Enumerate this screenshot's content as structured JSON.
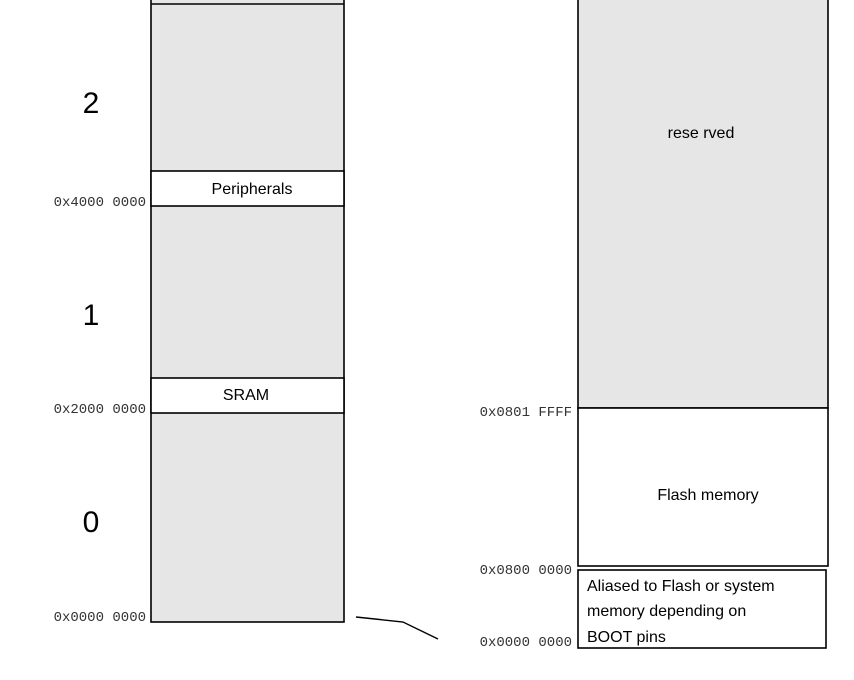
{
  "colors": {
    "reserved_fill": "#e6e6e6",
    "region_fill": "#ffffff",
    "line": "#000000",
    "address_text": "#333333"
  },
  "left_map": {
    "regions": [
      {
        "number": "2"
      },
      {
        "number": "1"
      },
      {
        "number": "0"
      }
    ],
    "blocks": {
      "peripherals": "Peripherals",
      "sram": "SRAM"
    },
    "addresses": {
      "peripherals": "0x4000 0000",
      "sram": "0x2000 0000",
      "base": "0x0000 0000"
    }
  },
  "right_map": {
    "blocks": {
      "reserved": "rese rved",
      "flash": "Flash memory",
      "aliased": [
        "Aliased to Flash or system",
        "memory depending on",
        "BOOT pins"
      ]
    },
    "addresses": {
      "flash_end": "0x0801 FFFF",
      "flash_start": "0x0800 0000",
      "base": "0x0000 0000"
    }
  }
}
